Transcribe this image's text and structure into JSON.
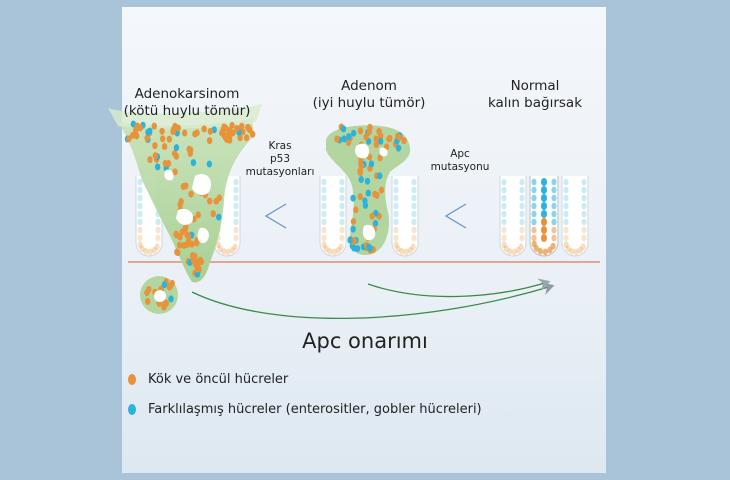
{
  "stages": {
    "adenocarcinoma": {
      "line1": "Adenokarsinom",
      "line2": "(kötü huylu tömür)"
    },
    "adenoma": {
      "line1": "Adenom",
      "line2": "(iyi huylu tümör)"
    },
    "normal": {
      "line1": "Normal",
      "line2": "kalın bağırsak"
    }
  },
  "mutations": {
    "kras_p53": {
      "line1": "Kras",
      "line2": "p53",
      "line3": "mutasyonları"
    },
    "apc": {
      "line1": "Apc",
      "line2": "mutasyonu"
    }
  },
  "title": "Apc onarımı",
  "legend": [
    {
      "label": "Kök ve öncül hücreler",
      "color": "#e8923a"
    },
    {
      "label": "Farklılaşmış hücreler (enterositler, gobler hücreleri)",
      "color": "#2bb3dc"
    }
  ],
  "colors": {
    "stem": "#e8923a",
    "differentiated": "#2bb3dc",
    "tumor_tissue": "#b9d9a6",
    "arrow_green": "#3b8a4a",
    "arrow_gray": "#9aa5ae",
    "basement_line": "#e38a7a"
  }
}
